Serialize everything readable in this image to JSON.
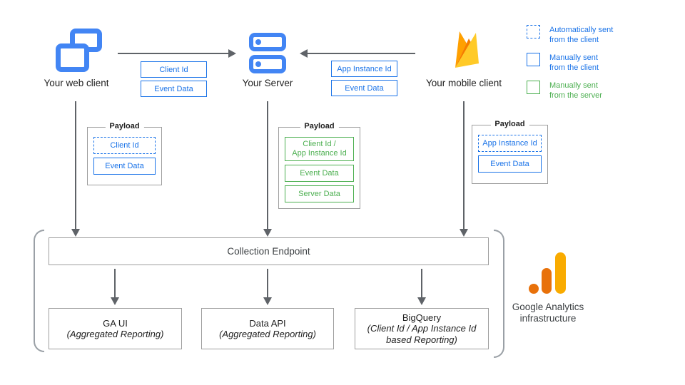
{
  "clients": {
    "web": {
      "label": "Your web client"
    },
    "server": {
      "label": "Your Server"
    },
    "mobile": {
      "label": "Your mobile client"
    }
  },
  "flows": {
    "web_to_server": {
      "tags": [
        "Client Id",
        "Event Data"
      ]
    },
    "mobile_to_server": {
      "tags": [
        "App Instance Id",
        "Event Data"
      ]
    }
  },
  "legend": {
    "items": [
      {
        "text": "Automatically sent\nfrom the client",
        "style": "dashed-blue"
      },
      {
        "text": "Manually sent\nfrom the client",
        "style": "solid-blue"
      },
      {
        "text": "Manually sent\nfrom the server",
        "style": "solid-green"
      }
    ]
  },
  "payloads": {
    "web": {
      "title": "Payload",
      "items": [
        {
          "text": "Client Id",
          "style": "dashed-blue"
        },
        {
          "text": "Event Data",
          "style": "solid-blue"
        }
      ]
    },
    "server": {
      "title": "Payload",
      "items": [
        {
          "text": "Client Id /\nApp Instance Id",
          "style": "solid-green"
        },
        {
          "text": "Event Data",
          "style": "solid-green"
        },
        {
          "text": "Server Data",
          "style": "solid-green"
        }
      ]
    },
    "mobile": {
      "title": "Payload",
      "items": [
        {
          "text": "App Instance Id",
          "style": "dashed-blue"
        },
        {
          "text": "Event Data",
          "style": "solid-blue"
        }
      ]
    }
  },
  "infrastructure": {
    "endpoint_label": "Collection Endpoint",
    "outputs": [
      {
        "title": "GA UI",
        "subtitle": "(Aggregated Reporting)"
      },
      {
        "title": "Data API",
        "subtitle": "(Aggregated Reporting)"
      },
      {
        "title": "BigQuery",
        "subtitle": "(Client Id / App Instance Id\nbased Reporting)"
      }
    ],
    "brand_label": "Google Analytics\ninfrastructure"
  },
  "colors": {
    "blue": "#1A73E8",
    "green": "#4CAF50",
    "icon_blue": "#4285F4",
    "arrow_gray": "#5F6368",
    "box_border_gray": "#9E9E9E",
    "ga_amber": "#F9AB00",
    "ga_orange": "#E8710A",
    "firebase_amber": "#FFA000",
    "firebase_orange": "#F57C00",
    "firebase_yellow": "#FFCA28"
  }
}
